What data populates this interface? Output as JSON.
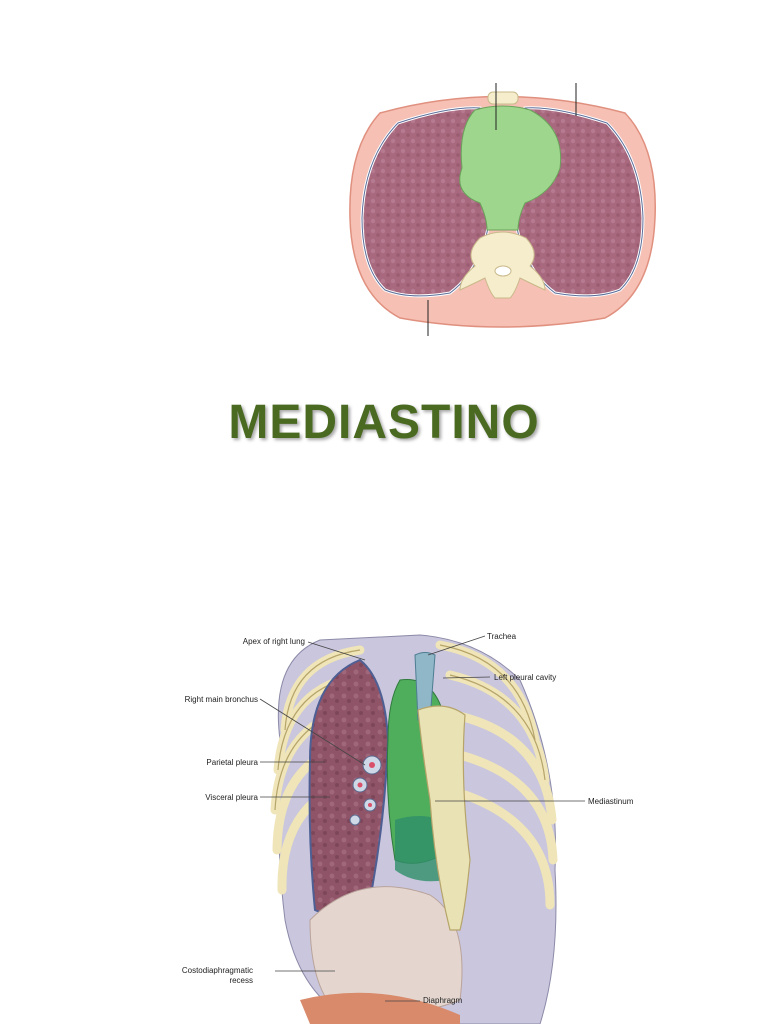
{
  "slide": {
    "title": "MEDIASTINO"
  },
  "thorax_labels": {
    "apex_right_lung": "Apex of right lung",
    "trachea": "Trachea",
    "left_pleural_cavity": "Left pleural cavity",
    "right_main_bronchus": "Right main bronchus",
    "parietal_pleura": "Parietal pleura",
    "visceral_pleura": "Visceral pleura",
    "mediastinum": "Mediastinum",
    "costodiaphragmatic_line1": "Costodiaphragmatic",
    "costodiaphragmatic_line2": "recess",
    "diaphragm": "Diaphragm"
  },
  "colors": {
    "title": "#4a6a22",
    "lung": "#a8697f",
    "mediastinum": "#9fd68e",
    "body_wall": "#f6c0b4",
    "bone": "#f5edcc"
  }
}
